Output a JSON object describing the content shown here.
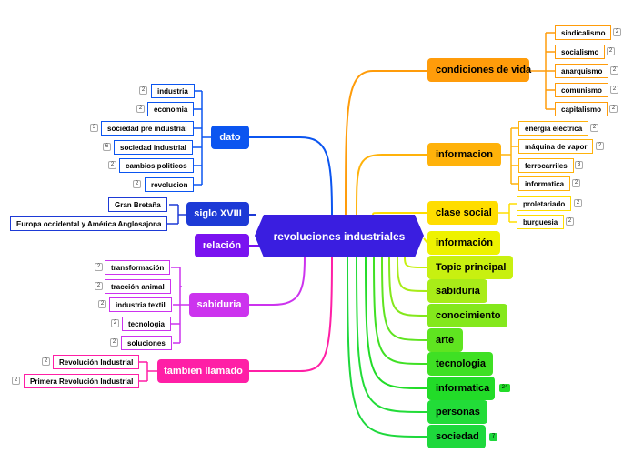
{
  "central": "revoluciones industriales",
  "branches": {
    "dato": {
      "label": "dato",
      "items": [
        {
          "label": "industria",
          "count": "2"
        },
        {
          "label": "economia",
          "count": "2"
        },
        {
          "label": "sociedad pre industrial",
          "count": "3"
        },
        {
          "label": "sociedad industrial",
          "count": "6"
        },
        {
          "label": "cambios politicos",
          "count": "2"
        },
        {
          "label": "revolucion",
          "count": "2"
        }
      ]
    },
    "siglo": {
      "label": "siglo XVIII",
      "items": [
        {
          "label": "Gran Bretaña"
        },
        {
          "label": "Europa occidental y América Anglosajona"
        }
      ]
    },
    "relacion": {
      "label": "relación"
    },
    "sabiduria": {
      "label": "sabiduria",
      "items": [
        {
          "label": "transformación",
          "count": "2"
        },
        {
          "label": "tracción animal",
          "count": "2"
        },
        {
          "label": "industria textil",
          "count": "2"
        },
        {
          "label": "tecnologia",
          "count": "2"
        },
        {
          "label": "soluciones",
          "count": "2"
        }
      ]
    },
    "tambien": {
      "label": "tambien llamado",
      "items": [
        {
          "label": "Revolución Industrial",
          "count": "2"
        },
        {
          "label": "Primera Revolución Industrial",
          "count": "2"
        }
      ]
    },
    "condiciones": {
      "label": "condiciones de vida",
      "items": [
        {
          "label": "sindicalismo",
          "count": "2"
        },
        {
          "label": "socialismo",
          "count": "2"
        },
        {
          "label": "anarquismo",
          "count": "2"
        },
        {
          "label": "comunismo",
          "count": "2"
        },
        {
          "label": "capitalismo",
          "count": "2"
        }
      ]
    },
    "informacion": {
      "label": "informacion",
      "items": [
        {
          "label": "energía eléctrica",
          "count": "2"
        },
        {
          "label": "máquina de vapor",
          "count": "2"
        },
        {
          "label": "ferrocarriles",
          "count": "3"
        },
        {
          "label": "informatica",
          "count": "2"
        }
      ]
    },
    "clase": {
      "label": "clase social",
      "items": [
        {
          "label": "proletariado",
          "count": "2"
        },
        {
          "label": "burguesia",
          "count": "2"
        }
      ]
    },
    "informacion2": {
      "label": "información"
    },
    "topic": {
      "label": "Topic principal"
    },
    "sabiduria2": {
      "label": "sabiduria"
    },
    "conocimiento": {
      "label": "conocimiento"
    },
    "arte": {
      "label": "arte"
    },
    "tecnologia": {
      "label": "tecnologia"
    },
    "informatica": {
      "label": "informatica",
      "count": "24"
    },
    "personas": {
      "label": "personas"
    },
    "sociedad": {
      "label": "sociedad",
      "count": "7"
    }
  },
  "colors": {
    "central": "#3a1ee0",
    "dato": "#0b55f0",
    "siglo": "#1d3ad6",
    "relacion": "#7a12f0",
    "sabiduria": "#cc33ee",
    "tambien": "#ff1fa6",
    "condiciones": "#ff9c0a",
    "informacion": "#ffb20a",
    "clase": "#ffdd00",
    "informacion2": "#eef200",
    "topic": "#c8f010",
    "sabiduria2": "#a8ec18",
    "conocimiento": "#84e81c",
    "arte": "#5fe420",
    "tecnologia": "#3fe024",
    "informatica": "#22dc28",
    "personas": "#22dc38",
    "sociedad": "#1ed83c"
  }
}
